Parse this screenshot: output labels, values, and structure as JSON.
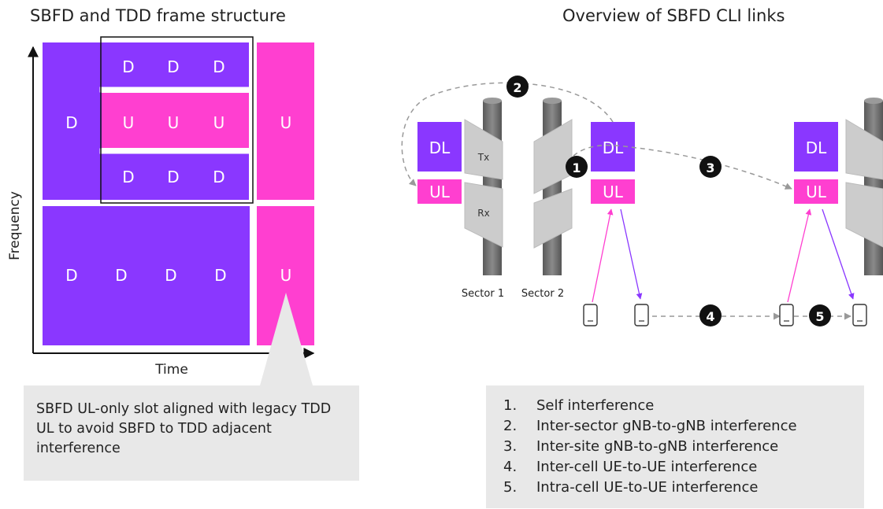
{
  "left_title": "SBFD and TDD frame structure",
  "right_title": "Overview of SBFD CLI links",
  "frame": {
    "y_axis_label": "Frequency",
    "x_axis_label": "Time",
    "top_left": "D",
    "top_right": "U",
    "sbfd_top_row": [
      "D",
      "D",
      "D"
    ],
    "sbfd_mid_row": [
      "U",
      "U",
      "U"
    ],
    "sbfd_bottom_row": [
      "D",
      "D",
      "D"
    ],
    "bottom_row": [
      "D",
      "D",
      "D",
      "D"
    ],
    "bottom_right": "U",
    "colors": {
      "downlink": "#8a37ff",
      "uplink": "#ff3fd0"
    }
  },
  "callout": "SBFD UL-only slot aligned with legacy TDD UL to avoid SBFD to TDD adjacent interference",
  "links": {
    "dl": "DL",
    "ul": "UL",
    "tx": "Tx",
    "rx": "Rx",
    "sector1": "Sector 1",
    "sector2": "Sector 2",
    "markers": [
      "1",
      "2",
      "3",
      "4",
      "5"
    ]
  },
  "legend": [
    {
      "num": "1.",
      "text": "Self interference"
    },
    {
      "num": "2.",
      "text": "Inter-sector gNB-to-gNB interference"
    },
    {
      "num": "3.",
      "text": "Inter-site gNB-to-gNB interference"
    },
    {
      "num": "4.",
      "text": "Inter-cell UE-to-UE interference"
    },
    {
      "num": "5.",
      "text": "Intra-cell UE-to-UE interference"
    }
  ]
}
